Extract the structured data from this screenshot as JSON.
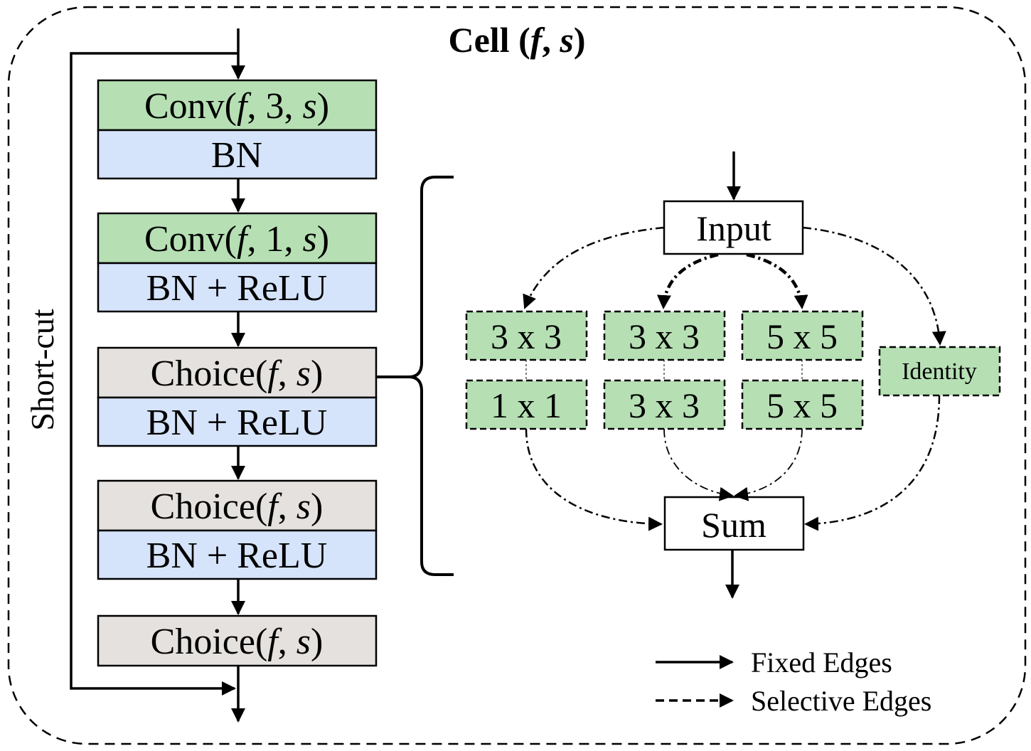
{
  "title": {
    "prefix": "Cell (",
    "f": "f",
    "sep": ", ",
    "s": "s",
    "suffix": ")"
  },
  "shortcut_label": "Short-cut",
  "left_stack": [
    {
      "top": {
        "prefix": "Conv(",
        "f": "f",
        "mid": ", 3, ",
        "s": "s",
        "suffix": ")"
      },
      "bottom": "BN"
    },
    {
      "top": {
        "prefix": "Conv(",
        "f": "f",
        "mid": ", 1, ",
        "s": "s",
        "suffix": ")"
      },
      "bottom": "BN + ReLU"
    },
    {
      "top": {
        "prefix": "Choice(",
        "f": "f",
        "mid": ", ",
        "s": "s",
        "suffix": ")"
      },
      "bottom": "BN + ReLU"
    },
    {
      "top": {
        "prefix": "Choice(",
        "f": "f",
        "mid": ", ",
        "s": "s",
        "suffix": ")"
      },
      "bottom": "BN + ReLU"
    },
    {
      "top": {
        "prefix": "Choice(",
        "f": "f",
        "mid": ", ",
        "s": "s",
        "suffix": ")"
      },
      "bottom": ""
    }
  ],
  "choice_block": {
    "input_label": "Input",
    "sum_label": "Sum",
    "ops": [
      {
        "first": "3 x 3",
        "second": "1 x 1"
      },
      {
        "first": "3 x 3",
        "second": "3 x 3"
      },
      {
        "first": "5 x 5",
        "second": "5 x 5"
      }
    ],
    "identity_label": "Identity"
  },
  "legend": {
    "fixed": "Fixed Edges",
    "selective": "Selective Edges"
  },
  "colors": {
    "conv_green": "#b6e0b4",
    "bn_blue": "#d6e4fb",
    "choice_grey": "#e4e1de",
    "stroke": "#000000"
  }
}
